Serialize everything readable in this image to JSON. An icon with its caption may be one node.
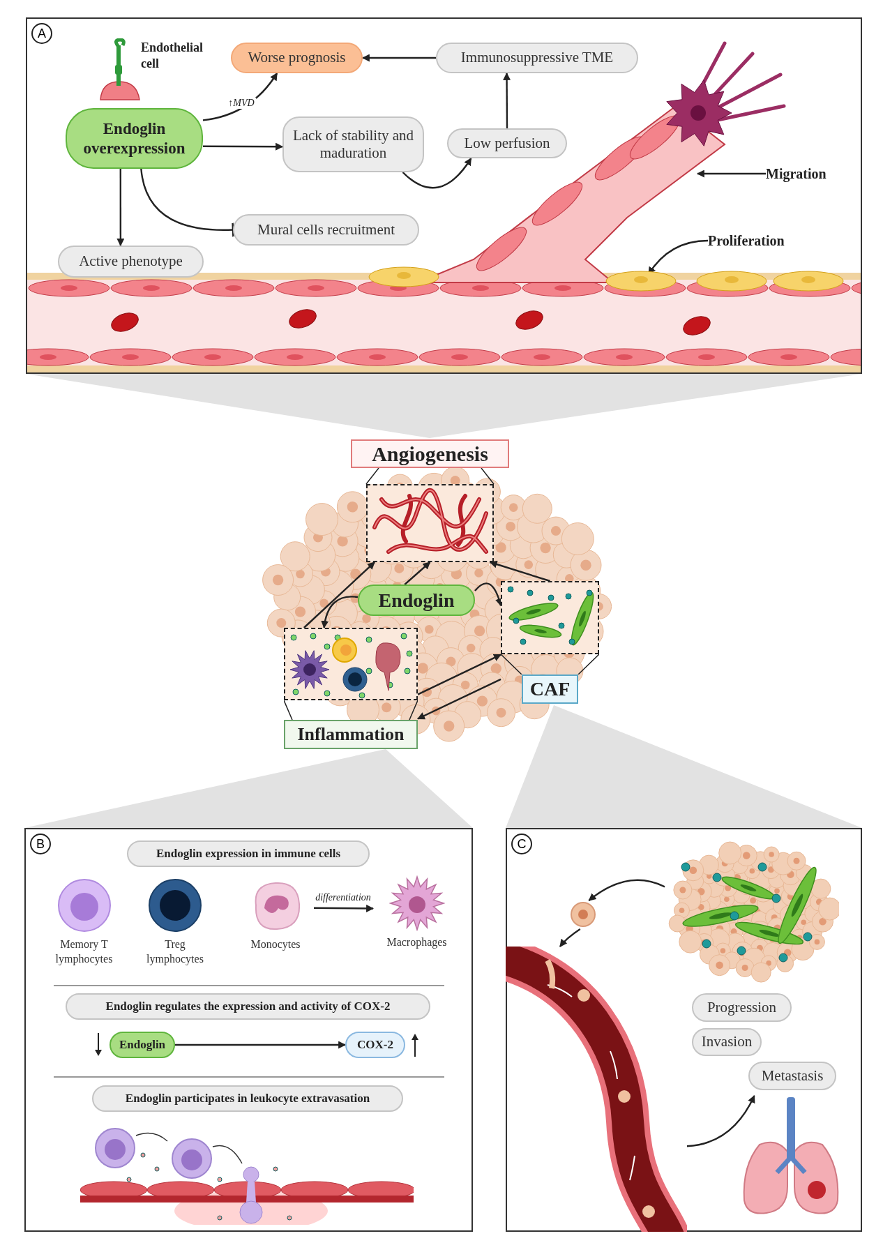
{
  "diagram": {
    "nodes": [
      {
        "text": [
          "A"
        ]
      },
      {
        "text": [
          "Endothelial cell"
        ],
        "in": 0
      },
      {
        "text": [
          "Endoglin overexpression"
        ],
        "in": 0
      },
      {
        "text": [
          "Worse prognosis"
        ],
        "in": 0
      },
      {
        "text": [
          "Immunosuppressive TME"
        ],
        "in": 0
      },
      {
        "text": [
          "Lack of stability and maduration"
        ],
        "in": 0
      },
      {
        "text": [
          "Low perfusion"
        ],
        "in": 0
      },
      {
        "text": [
          "Mural cells recruitment"
        ],
        "in": 0
      },
      {
        "text": [
          "Active phenotype"
        ],
        "in": 0
      },
      {
        "text": [
          "Migration"
        ],
        "in": 0
      },
      {
        "text": [
          "Proliferation"
        ],
        "in": 0
      },
      {
        "text": [
          "Angiogenesis"
        ]
      },
      {
        "text": [
          "Endoglin"
        ]
      },
      {
        "text": [
          "Inflammation"
        ]
      },
      {
        "text": [
          "CAF"
        ]
      },
      {
        "text": [
          "B"
        ]
      },
      {
        "text": [
          "Endoglin expression in immune cells"
        ],
        "in": 15
      },
      {
        "text": [
          "Memory T lymphocytes"
        ],
        "in": 15
      },
      {
        "text": [
          "Treg lymphocytes"
        ],
        "in": 15
      },
      {
        "text": [
          "Monocytes"
        ],
        "in": 15
      },
      {
        "text": [
          "Macrophages"
        ],
        "in": 15
      },
      {
        "text": [
          "Endoglin regulates the expression and activity of COX-2"
        ],
        "in": 15
      },
      {
        "text": [
          "Endoglin"
        ],
        "in": 15
      },
      {
        "text": [
          "COX-2"
        ],
        "in": 15
      },
      {
        "text": [
          "Endoglin participates in leukocyte extravasation"
        ],
        "in": 15
      },
      {
        "text": [
          "C"
        ]
      },
      {
        "text": [],
        "shape": "picture",
        "in": 25
      },
      {
        "text": [],
        "shape": "picture",
        "in": 25
      },
      {
        "text": [
          "Progression"
        ],
        "in": 25
      },
      {
        "text": [
          "Invasion"
        ],
        "in": 25
      },
      {
        "text": [],
        "shape": "picture",
        "in": 25
      },
      {
        "text": [
          "Metastasis"
        ],
        "in": 25
      },
      {
        "text": [],
        "shape": "picture",
        "in": 25
      }
    ],
    "edges": [
      {
        "from": 2,
        "to": 3,
        "arrow": "to",
        "label": "↑MVD"
      },
      {
        "from": 2,
        "to": 5,
        "arrow": "to"
      },
      {
        "from": 5,
        "to": 6,
        "arrow": "to"
      },
      {
        "from": 6,
        "to": 4,
        "arrow": "to"
      },
      {
        "from": 4,
        "to": 3,
        "arrow": "to"
      },
      {
        "from": 2,
        "to": 8,
        "arrow": "to"
      },
      {
        "from": 2,
        "to": 7,
        "arrow": "other"
      },
      {
        "from": 9,
        "to": null,
        "arrow": "to"
      },
      {
        "from": 10,
        "to": null,
        "arrow": "to"
      },
      {
        "from": 12,
        "to": 11,
        "arrow": "to"
      },
      {
        "from": 12,
        "to": 14,
        "arrow": "to"
      },
      {
        "from": 12,
        "to": 13,
        "arrow": "to"
      },
      {
        "from": 13,
        "to": 11,
        "arrow": "to"
      },
      {
        "from": 14,
        "to": 11,
        "arrow": "to"
      },
      {
        "from": 13,
        "to": 14,
        "arrow": "to"
      },
      {
        "from": 14,
        "to": 13,
        "arrow": "to"
      },
      {
        "from": 19,
        "to": 20,
        "arrow": "to",
        "label": "differentiation"
      },
      {
        "from": 22,
        "to": 23,
        "arrow": "to"
      },
      {
        "from": 26,
        "to": 27,
        "arrow": "to"
      },
      {
        "from": 27,
        "to": 30,
        "arrow": "to"
      },
      {
        "from": 30,
        "to": 32,
        "arrow": "to"
      }
    ]
  }
}
